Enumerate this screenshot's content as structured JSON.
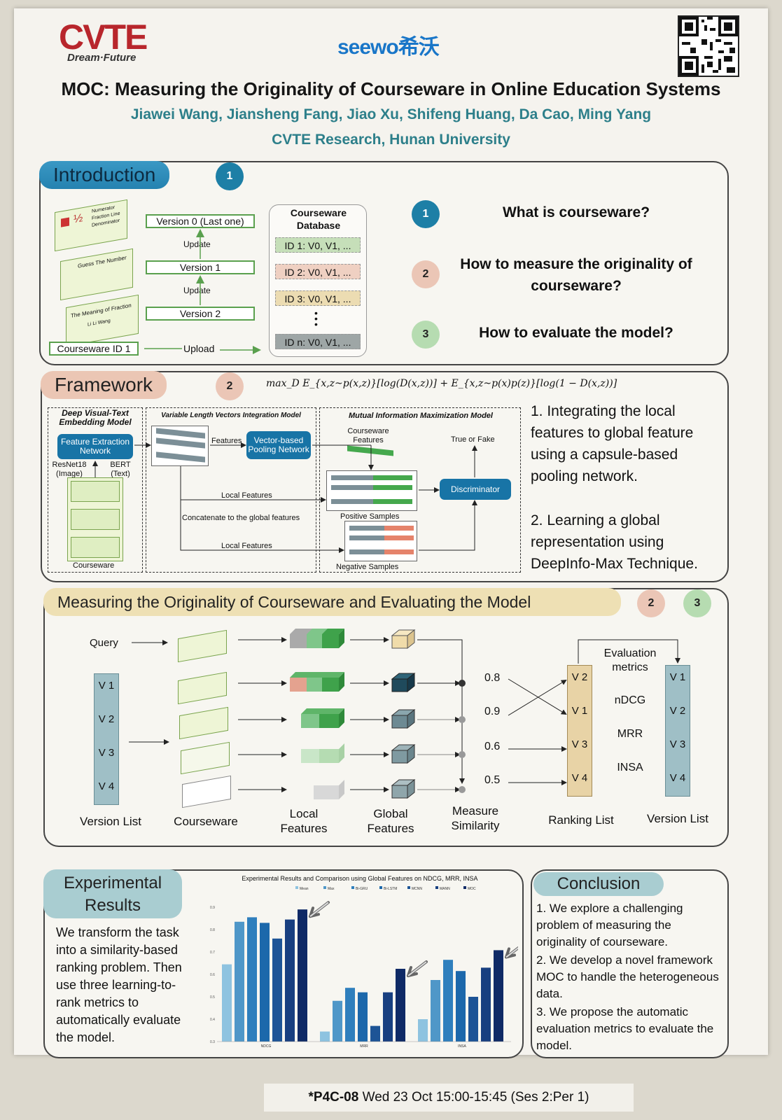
{
  "header": {
    "logo_left": "CVTE",
    "logo_left_tagline": "Dream·Future",
    "logo_right": "seewo希沃",
    "title": "MOC: Measuring the Originality of Courseware in Online Education Systems",
    "authors": "Jiawei Wang, Jiansheng Fang, Jiao Xu, Shifeng Huang, Da Cao, Ming Yang",
    "affiliation": "CVTE Research, Hunan University"
  },
  "introduction": {
    "heading": "Introduction",
    "badge": "1",
    "versions": [
      "Version 0 (Last one)",
      "Version 1",
      "Version 2"
    ],
    "update_label": "Update",
    "courseware_id": "Courseware ID 1",
    "upload_label": "Upload",
    "database_title": "Courseware Database",
    "database_rows": [
      "ID 1: V0, V1, ...",
      "ID 2: V0, V1, ...",
      "ID 3: V0, V1, ...",
      "ID n: V0, V1, ..."
    ],
    "questions": [
      {
        "num": "1",
        "text": "What is courseware?"
      },
      {
        "num": "2",
        "text": "How to measure the originality of courseware?"
      },
      {
        "num": "3",
        "text": "How to evaluate the model?"
      }
    ],
    "slide_texts": [
      "Numerator",
      "Fraction Line",
      "Denominator",
      "Guess The Number",
      "The Meaning of Fraction",
      "Li Li Wang"
    ]
  },
  "framework": {
    "heading": "Framework",
    "badge": "2",
    "formula": "max_D E_{x,z~p(x,z)}[log(D(x,z))] + E_{x,z~p(x)p(z)}[log(1 − D(x,z))]",
    "blocks": {
      "visual": "Deep Visual-Text Embedding Model",
      "variable": "Variable Length Vectors Integration Model",
      "mutual": "Mutual Information Maximization Model"
    },
    "feature_network": "Feature Extraction Network",
    "resnet": "ResNet18 (Image)",
    "bert": "BERT (Text)",
    "courseware": "Courseware",
    "features": "Features",
    "pooling": "Vector-based Pooling Network",
    "courseware_features": "Courseware Features",
    "true_fake": "True or Fake",
    "discriminator": "Discriminator",
    "local_features": "Local Features",
    "concatenate": "Concatenate to the global features",
    "positive": "Positive Samples",
    "negative": "Negative Samples",
    "points": [
      "1. Integrating the local features to global feature using a capsule-based pooling network.",
      "2. Learning a global representation using DeepInfo-Max Technique."
    ]
  },
  "measuring": {
    "heading": "Measuring the Originality of Courseware and Evaluating the Model",
    "badges": [
      "2",
      "3"
    ],
    "query": "Query",
    "version_items": [
      "V 1",
      "V 2",
      "V 3",
      "V 4"
    ],
    "scores": [
      "0.8",
      "0.9",
      "0.6",
      "0.5"
    ],
    "ranking_items": [
      "V 2",
      "V 1",
      "V 3",
      "V 4"
    ],
    "result_items": [
      "V 1",
      "V 2",
      "V 3",
      "V 4"
    ],
    "evaluation_title": "Evaluation metrics",
    "metrics": [
      "nDCG",
      "MRR",
      "INSA"
    ],
    "captions": [
      "Version List",
      "Courseware",
      "Local Features",
      "Global Features",
      "Measure Similarity",
      "Ranking List",
      "Version List"
    ]
  },
  "experimental": {
    "heading": "Experimental Results",
    "text": "We transform the task into a similarity-based ranking problem. Then use three learning-to-rank metrics to automatically evaluate the model."
  },
  "chart_data": {
    "type": "bar",
    "title": "Experimental Results and Comparison using Global Features on NDCG, MRR, INSA",
    "categories": [
      "NDCG",
      "MRR",
      "INSA"
    ],
    "ylim": [
      0.3,
      0.9
    ],
    "yticks": [
      "0.3",
      "0.4",
      "0.5",
      "0.6",
      "0.7",
      "0.8",
      "0.9"
    ],
    "series": [
      {
        "name": "Mean",
        "color": "#8ec3e0",
        "values": [
          0.645,
          0.345,
          0.4
        ]
      },
      {
        "name": "Max",
        "color": "#4f97c8",
        "values": [
          0.835,
          0.482,
          0.575
        ]
      },
      {
        "name": "Bi-GRU",
        "color": "#2f7fbd",
        "values": [
          0.855,
          0.54,
          0.665
        ]
      },
      {
        "name": "Bi-LSTM",
        "color": "#1c68ab",
        "values": [
          0.83,
          0.52,
          0.615
        ]
      },
      {
        "name": "MCNN",
        "color": "#1d5496",
        "values": [
          0.76,
          0.37,
          0.5
        ]
      },
      {
        "name": "MANN",
        "color": "#183f80",
        "values": [
          0.845,
          0.52,
          0.63
        ]
      },
      {
        "name": "MOC",
        "color": "#0f2a66",
        "values": [
          0.89,
          0.625,
          0.708
        ]
      }
    ]
  },
  "conclusion": {
    "heading": "Conclusion",
    "points": [
      "1. We explore a challenging problem of measuring the originality of courseware.",
      "2.  We develop a novel framework MOC to handle the heterogeneous data.",
      "3. We propose the automatic evaluation metrics to evaluate the model."
    ]
  },
  "footer": {
    "session_code": "*P4C-08",
    "session_time": "Wed 23 Oct 15:00-15:45 (Ses 2:Per 1)"
  },
  "colors": {
    "teal": "#2d7f8a",
    "blue": "#1874a6",
    "green": "#5aa04e",
    "salmon": "#e5a38d",
    "gold": "#e8d3a6"
  }
}
